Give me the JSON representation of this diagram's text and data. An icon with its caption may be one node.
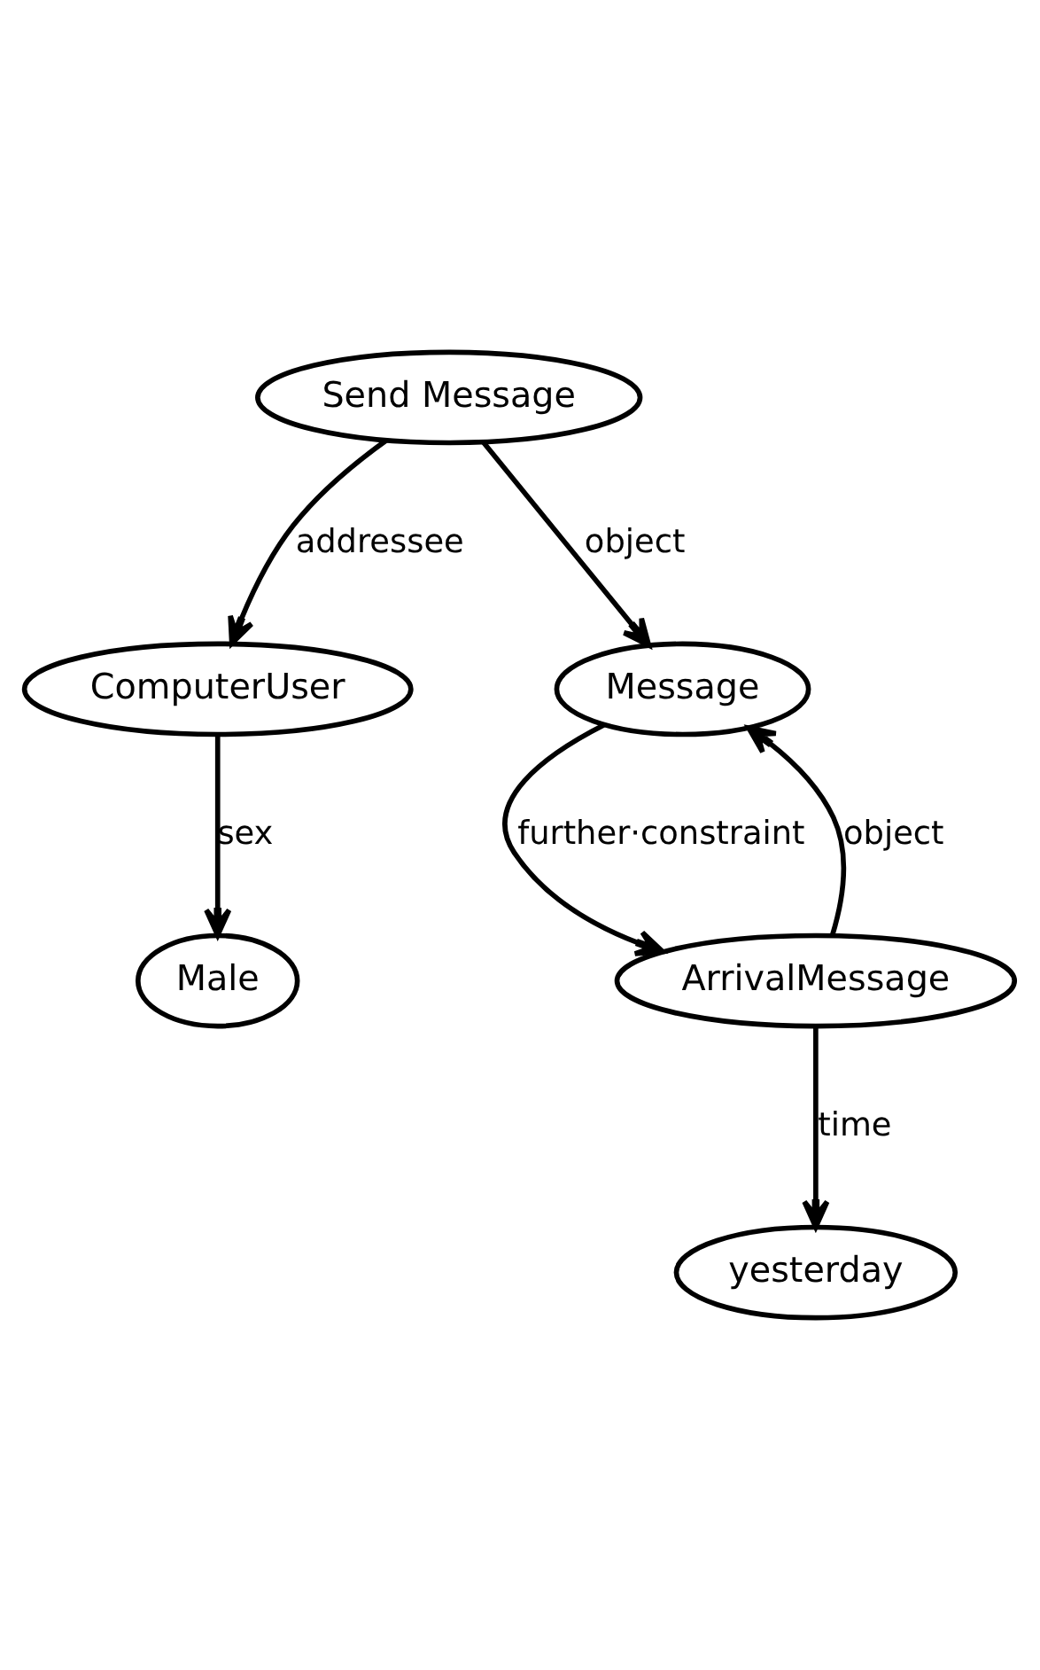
{
  "diagram": {
    "nodes": [
      {
        "text": [
          "Send Message"
        ]
      },
      {
        "text": [
          "ComputerUser"
        ]
      },
      {
        "text": [
          "Male"
        ]
      },
      {
        "text": [
          "Message"
        ]
      },
      {
        "text": [
          "ArrivalMessage"
        ]
      },
      {
        "text": [
          "yesterday"
        ]
      }
    ],
    "edges": [
      {
        "from": 0,
        "to": 1,
        "arrow": "to",
        "label": "addressee"
      },
      {
        "from": 0,
        "to": 3,
        "arrow": "to",
        "label": "object"
      },
      {
        "from": 1,
        "to": 2,
        "arrow": "to",
        "label": "sex"
      },
      {
        "from": 3,
        "to": 4,
        "arrow": "to",
        "label": "further·constraint"
      },
      {
        "from": 4,
        "to": 3,
        "arrow": "to",
        "label": "object"
      },
      {
        "from": 4,
        "to": 5,
        "arrow": "to",
        "label": "time"
      }
    ]
  }
}
